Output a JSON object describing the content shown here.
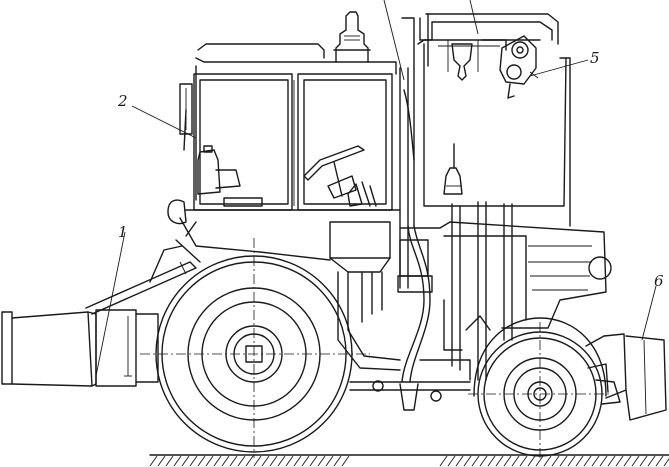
{
  "callouts": [
    {
      "id": "c1",
      "label": "1"
    },
    {
      "id": "c2",
      "label": "2"
    },
    {
      "id": "c5",
      "label": "5"
    },
    {
      "id": "c6",
      "label": "6"
    }
  ]
}
